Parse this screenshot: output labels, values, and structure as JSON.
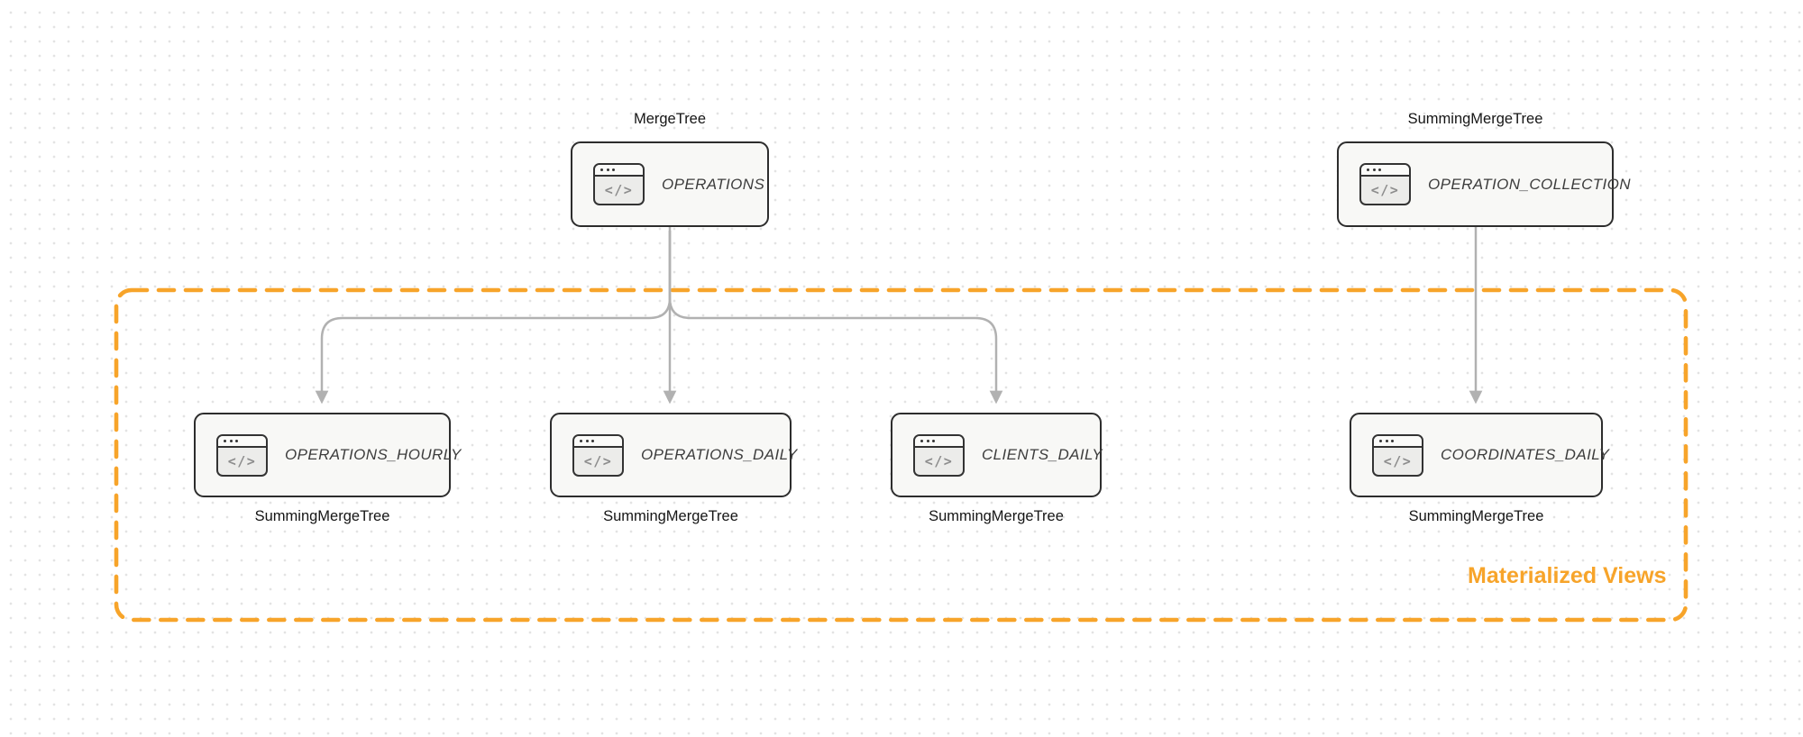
{
  "diagram": {
    "group_label": "Materialized Views",
    "icon": {
      "name": "code-window-icon",
      "glyph": "</>"
    },
    "nodes": [
      {
        "id": "operations",
        "title": "OPERATIONS",
        "engine": "MergeTree",
        "engine_position": "top"
      },
      {
        "id": "operation_collection",
        "title": "OPERATION_COLLECTION",
        "engine": "SummingMergeTree",
        "engine_position": "top"
      },
      {
        "id": "operations_hourly",
        "title": "OPERATIONS_HOURLY",
        "engine": "SummingMergeTree",
        "engine_position": "bottom"
      },
      {
        "id": "operations_daily",
        "title": "OPERATIONS_DAILY",
        "engine": "SummingMergeTree",
        "engine_position": "bottom"
      },
      {
        "id": "clients_daily",
        "title": "CLIENTS_DAILY",
        "engine": "SummingMergeTree",
        "engine_position": "bottom"
      },
      {
        "id": "coordinates_daily",
        "title": "COORDINATES_DAILY",
        "engine": "SummingMergeTree",
        "engine_position": "bottom"
      }
    ],
    "edges": [
      {
        "from": "operations",
        "to": "operations_hourly"
      },
      {
        "from": "operations",
        "to": "operations_daily"
      },
      {
        "from": "operations",
        "to": "clients_daily"
      },
      {
        "from": "operation_collection",
        "to": "coordinates_daily"
      }
    ],
    "colors": {
      "accent_orange": "#f7a42a",
      "box_border": "#2d2d2d",
      "box_fill": "#f8f8f6",
      "connector_gray": "#b1b1b1",
      "title_text": "#3d3d3d",
      "label_text": "#151515"
    }
  }
}
